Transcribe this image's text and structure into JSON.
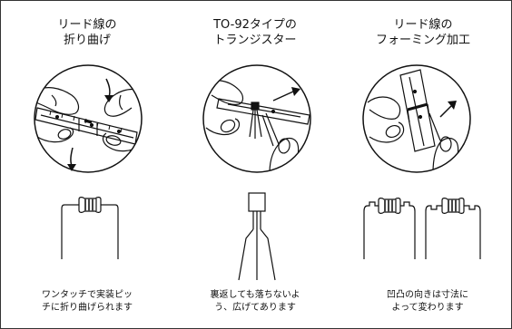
{
  "panels": [
    {
      "title_line1": "リード線の",
      "title_line2": "折り曲げ",
      "caption_line1": "ワンタッチで実装ピッ",
      "caption_line2": "チに折り曲げられます"
    },
    {
      "title_line1": "TO-92タイプの",
      "title_line2": "トランジスター",
      "caption_line1": "裏返しても落ちないよ",
      "caption_line2": "う、広げてあります"
    },
    {
      "title_line1": "リード線の",
      "title_line2": "フォーミング加工",
      "caption_line1": "凹凸の向きは寸法に",
      "caption_line2": "よって変わります"
    }
  ],
  "colors": {
    "ink": "#111111",
    "stripe": "#444444",
    "frame": "#333333"
  }
}
